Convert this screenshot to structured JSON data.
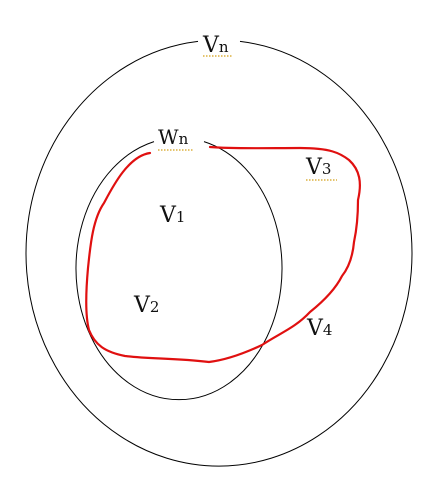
{
  "diagram": {
    "labels": {
      "outer": {
        "main": "V",
        "sub": "n"
      },
      "inner": {
        "main": "W",
        "sub": "n"
      },
      "v1": {
        "main": "V",
        "sub": "1"
      },
      "v2": {
        "main": "V",
        "sub": "2"
      },
      "v3": {
        "main": "V",
        "sub": "3"
      },
      "v4": {
        "main": "V",
        "sub": "4"
      }
    },
    "colors": {
      "ellipse_stroke": "#000000",
      "curve_stroke": "#e01010",
      "spellcheck_underline": "#d4a017"
    }
  }
}
